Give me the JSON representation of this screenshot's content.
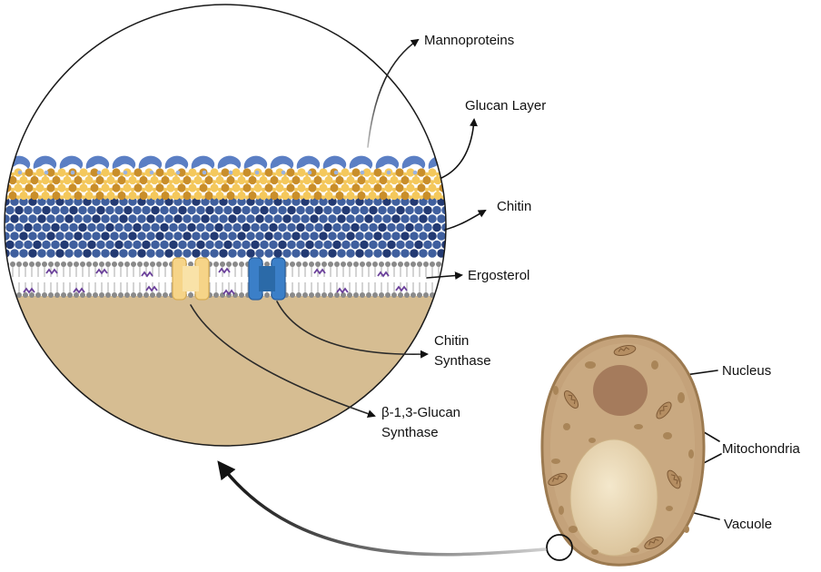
{
  "labels": {
    "mannoproteins": "Mannoproteins",
    "glucan_layer": "Glucan Layer",
    "chitin": "Chitin",
    "ergosterol": "Ergosterol",
    "chitin_synthase_1": "Chitin",
    "chitin_synthase_2": "Synthase",
    "glucan_synthase_1": "β-1,3-Glucan",
    "glucan_synthase_2": "Synthase",
    "nucleus": "Nucleus",
    "mitochondria": "Mitochondria",
    "vacuole": "Vacuole"
  },
  "colors": {
    "mannoprotein": "#5b7fc4",
    "glucan_light": "#f4c85c",
    "glucan_dark": "#c98e2a",
    "chitin_light": "#3f5f9e",
    "chitin_dark": "#233a73",
    "membrane_head": "#8a8a8a",
    "ergosterol": "#6a3f9a",
    "glucan_synthase": "#f6d488",
    "chitin_synthase": "#3b7fc8",
    "cytoplasm": "#d6bd92",
    "cell": "#c4a27a",
    "cell_outline": "#9c7a50",
    "nucleus": "#a57b5c",
    "vacuole": "#e9d8b5"
  }
}
